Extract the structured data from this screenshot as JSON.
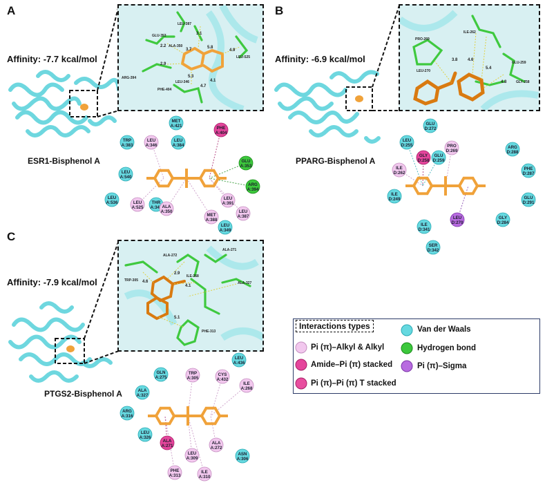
{
  "panels": [
    {
      "letter": "A",
      "affinity": "Affinity: -7.7 kcal/mol",
      "complex": "ESR1-Bisphenol A",
      "inset_residues": [
        "LEU-387",
        "GLU-353",
        "ALA-350",
        "ARG-394",
        "LEU-346",
        "PHE-404",
        "LEU-525"
      ],
      "inset_distances": [
        "2.2",
        "2.9",
        "3.1",
        "3.7",
        "5.8",
        "4.9",
        "5.3",
        "4.7",
        "4.1"
      ],
      "residues": [
        {
          "label": "MET\nA:421",
          "type": "vdw"
        },
        {
          "label": "TRP\nA:383",
          "type": "vdw"
        },
        {
          "label": "LEU\nA:346",
          "type": "alkyl"
        },
        {
          "label": "LEU\nA:384",
          "type": "vdw"
        },
        {
          "label": "PHE\nA:404",
          "type": "amide"
        },
        {
          "label": "GLU\nA:353",
          "type": "hbond"
        },
        {
          "label": "LEU\nA:540",
          "type": "vdw"
        },
        {
          "label": "ARG\nA:394",
          "type": "hbond"
        },
        {
          "label": "LEU\nA:536",
          "type": "vdw"
        },
        {
          "label": "LEU\nA:525",
          "type": "alkyl"
        },
        {
          "label": "THR\nA:347",
          "type": "vdw"
        },
        {
          "label": "ALA\nA:350",
          "type": "alkyl"
        },
        {
          "label": "LEU\nA:391",
          "type": "alkyl"
        },
        {
          "label": "LEU\nA:387",
          "type": "alkyl"
        },
        {
          "label": "MET\nA:388",
          "type": "alkyl"
        },
        {
          "label": "LEU\nA:349",
          "type": "vdw"
        }
      ]
    },
    {
      "letter": "B",
      "affinity": "Affinity: -6.9 kcal/mol",
      "complex": "PPARG-Bisphenol A",
      "inset_residues": [
        "ILE-262",
        "PRO-269",
        "LEU-270",
        "GLU-259",
        "GLY-258"
      ],
      "inset_distances": [
        "3.8",
        "4.6",
        "5.4",
        "4.8"
      ],
      "residues": [
        {
          "label": "GLU\nD:272",
          "type": "vdw"
        },
        {
          "label": "LEU\nD:255",
          "type": "vdw"
        },
        {
          "label": "GLY\nD:258",
          "type": "amide"
        },
        {
          "label": "PRO\nD:269",
          "type": "alkyl"
        },
        {
          "label": "ARG\nD:288",
          "type": "vdw"
        },
        {
          "label": "GLU\nD:259",
          "type": "vdw"
        },
        {
          "label": "ILE\nD:262",
          "type": "alkyl"
        },
        {
          "label": "PHE\nD:287",
          "type": "vdw"
        },
        {
          "label": "ILE\nD:249",
          "type": "vdw"
        },
        {
          "label": "GLU\nD:291",
          "type": "vdw"
        },
        {
          "label": "LEU\nD:270",
          "type": "sigma"
        },
        {
          "label": "GLY\nD:284",
          "type": "vdw"
        },
        {
          "label": "ILE\nD:341",
          "type": "vdw"
        },
        {
          "label": "SER\nD:342",
          "type": "vdw"
        }
      ]
    },
    {
      "letter": "C",
      "affinity": "Affinity: -7.9 kcal/mol",
      "complex": "PTGS2-Bisphenol A",
      "inset_residues": [
        "ALA-272",
        "ALA-271",
        "TRP-305",
        "ILE-268",
        "ALA-327",
        "PHE-313"
      ],
      "inset_distances": [
        "4.6",
        "2.9",
        "4.1",
        "5.1"
      ],
      "residues": [
        {
          "label": "LEU\nA:436",
          "type": "vdw"
        },
        {
          "label": "GLN\nA:275",
          "type": "vdw"
        },
        {
          "label": "TRP\nA:305",
          "type": "alkyl"
        },
        {
          "label": "CYS\nA:432",
          "type": "alkyl"
        },
        {
          "label": "ILE\nA:268",
          "type": "alkyl"
        },
        {
          "label": "ALA\nA:327",
          "type": "vdw"
        },
        {
          "label": "ARG\nA:316",
          "type": "vdw"
        },
        {
          "label": "LEU\nA:326",
          "type": "vdw"
        },
        {
          "label": "ALA\nA:271",
          "type": "amide"
        },
        {
          "label": "LEU\nA:309",
          "type": "alkyl"
        },
        {
          "label": "ALA\nA:272",
          "type": "alkyl"
        },
        {
          "label": "ASN\nA:306",
          "type": "vdw"
        },
        {
          "label": "PHE\nA:313",
          "type": "alkyl"
        },
        {
          "label": "ILE\nA:310",
          "type": "alkyl"
        }
      ]
    }
  ],
  "legend": {
    "title": "Interactions types",
    "items": [
      {
        "label": "Van der Waals",
        "type": "vdw"
      },
      {
        "label": "Pi (π)–Alkyl & Alkyl",
        "type": "alkyl"
      },
      {
        "label": "Hydrogen bond",
        "type": "hbond"
      },
      {
        "label": "Amide–Pi (π)  stacked",
        "type": "amide"
      },
      {
        "label": "Pi (π)–Sigma",
        "type": "sigma"
      },
      {
        "label": "Pi (π)–Pi (π)  T stacked",
        "type": "tstack"
      }
    ]
  },
  "colors": {
    "vdw": "#66d9e0",
    "alkyl": "#f2c8ee",
    "hbond": "#3cc83c",
    "amide": "#e5459c",
    "sigma": "#b86be0",
    "tstack": "#e84e9f",
    "ligand": "#f0a23a",
    "protein": "#7fdfe6",
    "stick_green": "#44cc44"
  }
}
